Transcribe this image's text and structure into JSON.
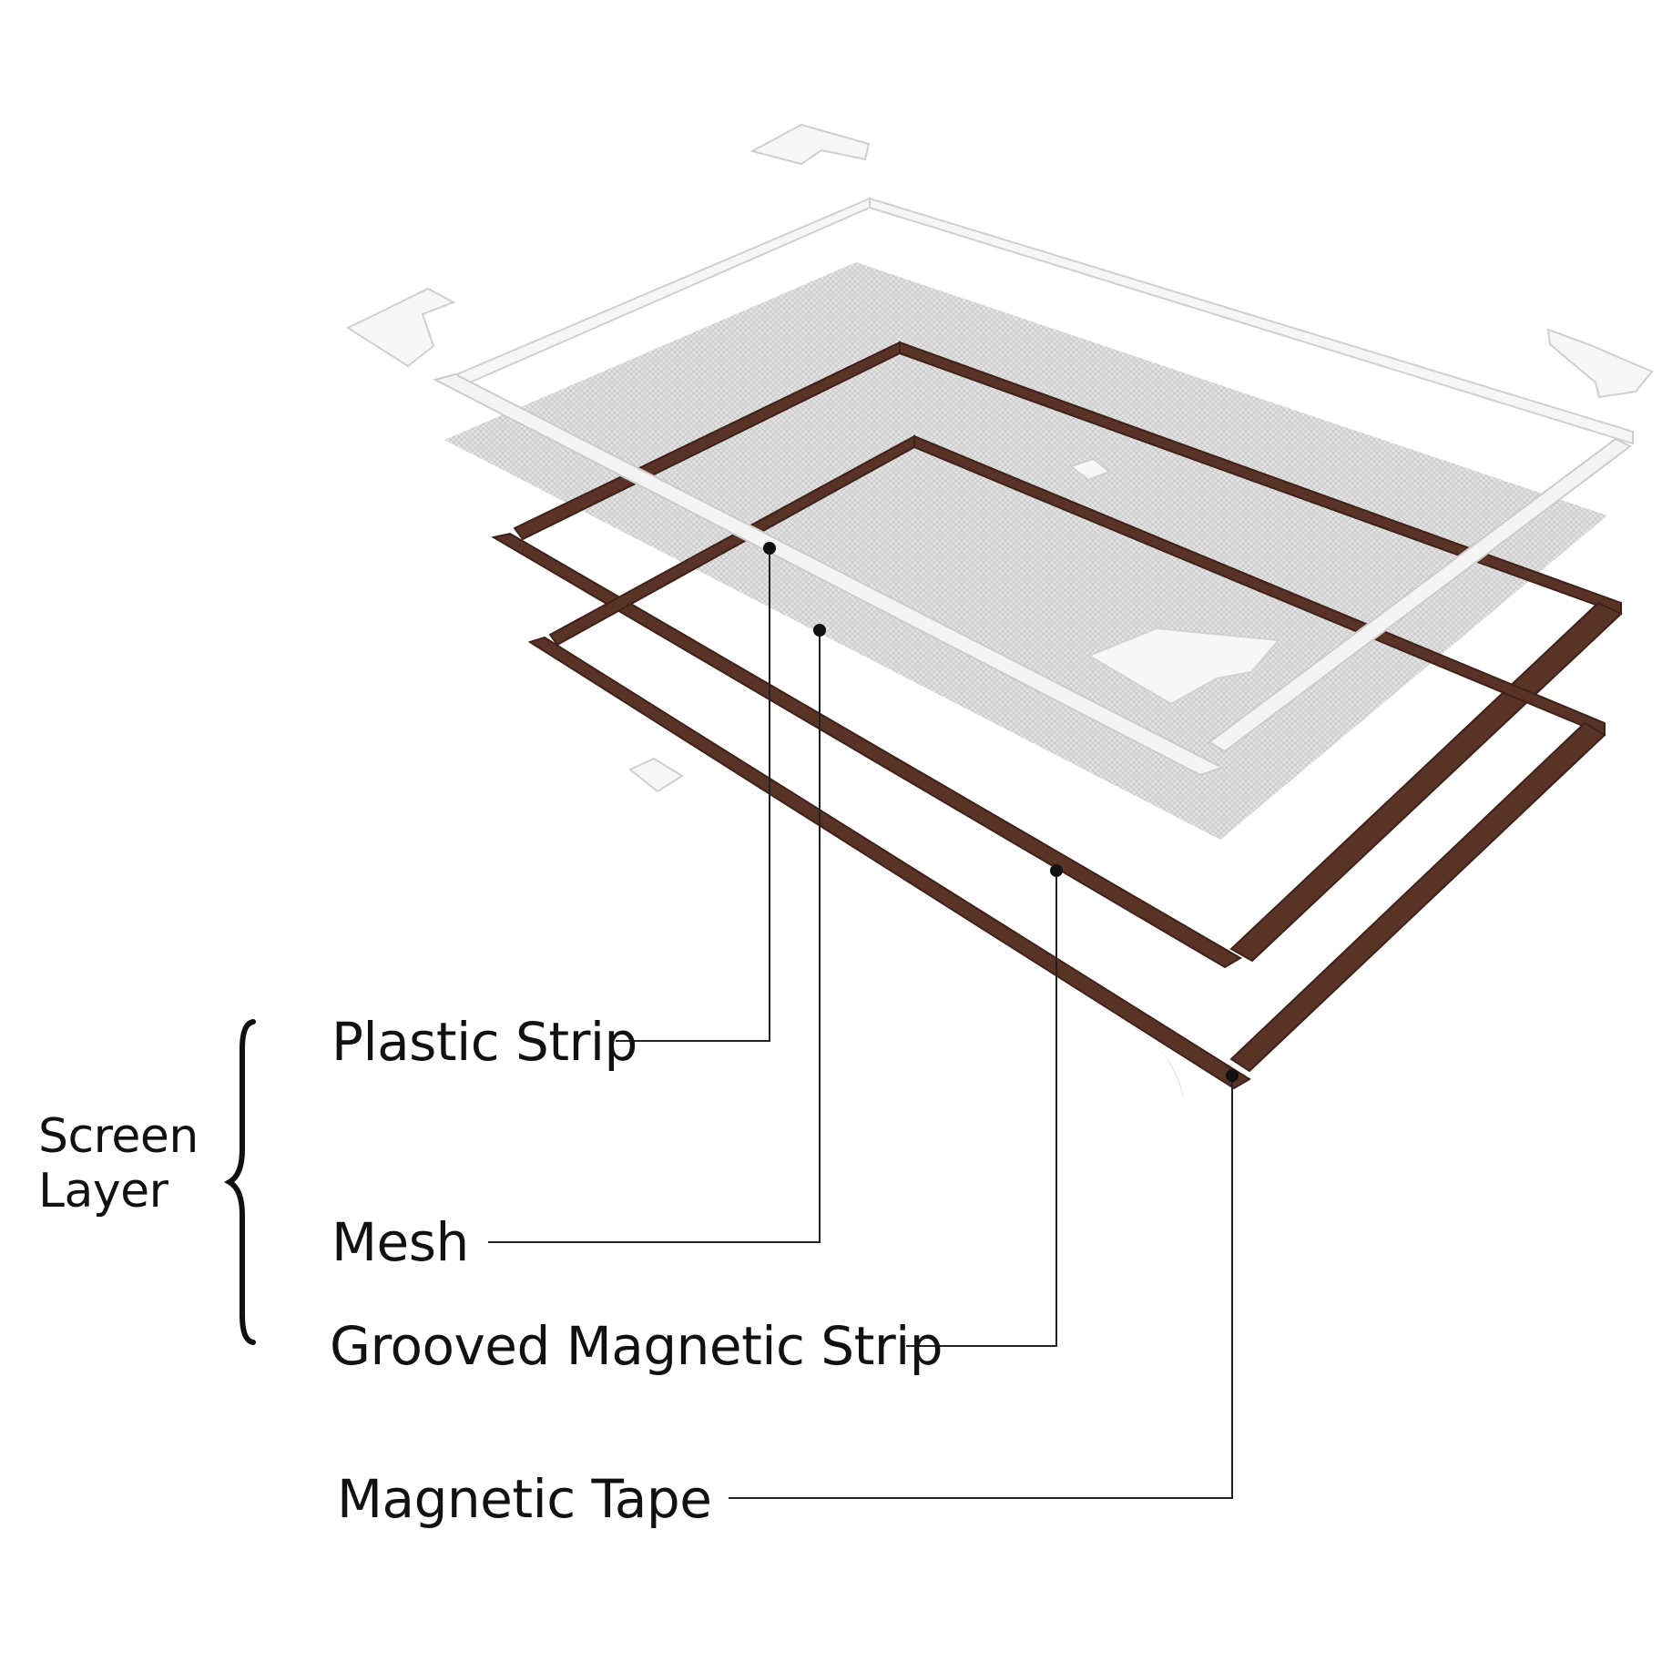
{
  "diagram": {
    "components": [
      {
        "id": "plastic-strip",
        "label": "Plastic Strip"
      },
      {
        "id": "mesh",
        "label": "Mesh"
      },
      {
        "id": "grooved-magnetic-strip",
        "label": "Grooved Magnetic Strip"
      },
      {
        "id": "magnetic-tape",
        "label": "Magnetic Tape"
      }
    ],
    "group": {
      "line1": "Screen",
      "line2": "Layer",
      "members": [
        "Plastic Strip",
        "Mesh"
      ]
    },
    "colors": {
      "magnetic_strip": "#5a3327",
      "magnetic_strip_edge": "#3e2219",
      "plastic": "#f4f4f4",
      "plastic_edge": "#cfcfcf",
      "mesh": "#d7d7d7",
      "adhesive_backing": "#b9cdee",
      "leader_line": "#222222",
      "text": "#111111"
    }
  }
}
